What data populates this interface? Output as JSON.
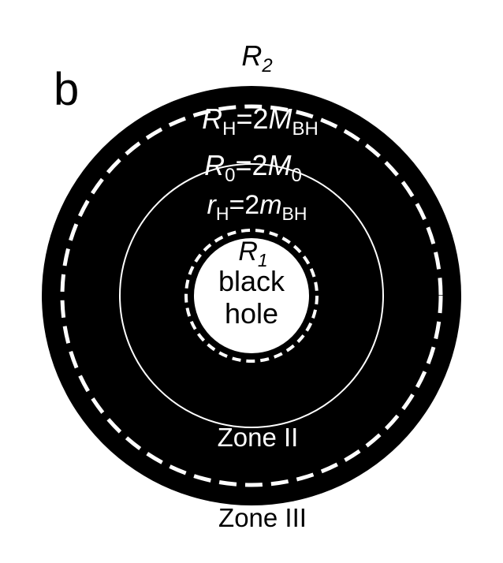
{
  "panel_letter": "b",
  "colors": {
    "background": "#ffffff",
    "outer_disk": "#000000",
    "inner_hole": "#ffffff",
    "lines": "#ffffff",
    "text_dark": "#000000",
    "text_light": "#ffffff"
  },
  "labels": {
    "r2": {
      "main": "R",
      "sub": "2"
    },
    "rh_outer": {
      "main": "R",
      "sub": "H",
      "eq": "=2",
      "rhs_main": "M",
      "rhs_sub": "BH"
    },
    "r0": {
      "main": "R",
      "sub": "0",
      "eq": "=2",
      "rhs_main": "M",
      "rhs_sub": "0"
    },
    "rh_inner": {
      "main": "r",
      "sub": "H",
      "eq": "=2",
      "rhs_main": "m",
      "rhs_sub": "BH"
    },
    "r1": {
      "main": "R",
      "sub": "1"
    },
    "hole_line1": "black",
    "hole_line2": "hole",
    "zone2": "Zone II",
    "zone3": "Zone III"
  }
}
